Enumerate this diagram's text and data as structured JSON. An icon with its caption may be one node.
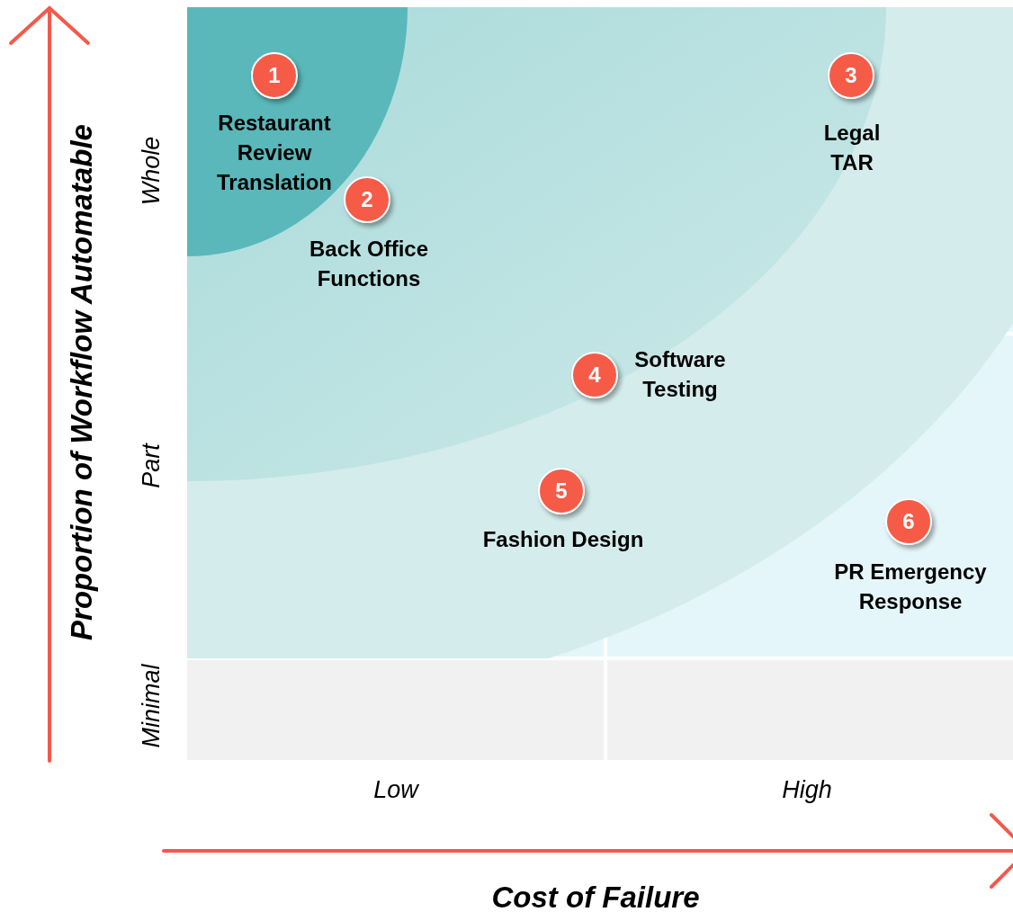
{
  "diagram": {
    "nodes": [
      {
        "text": [
          "1"
        ],
        "beside": [
          "Restaurant Review Translation"
        ]
      },
      {
        "text": [
          "2"
        ],
        "beside": [
          "Back Office Functions"
        ]
      },
      {
        "text": [
          "3"
        ],
        "beside": [
          "Legal TAR"
        ]
      },
      {
        "text": [
          "4"
        ],
        "beside": [
          "Software Testing"
        ]
      },
      {
        "text": [
          "5"
        ],
        "beside": [
          "Fashion Design"
        ]
      },
      {
        "text": [
          "6"
        ],
        "beside": [
          "PR Emergency Response"
        ]
      }
    ],
    "labels": [
      "Proportion of Workflow Automatable",
      "Whole",
      "Part",
      "Minimal",
      "Low",
      "High",
      "Cost of Failure"
    ]
  }
}
